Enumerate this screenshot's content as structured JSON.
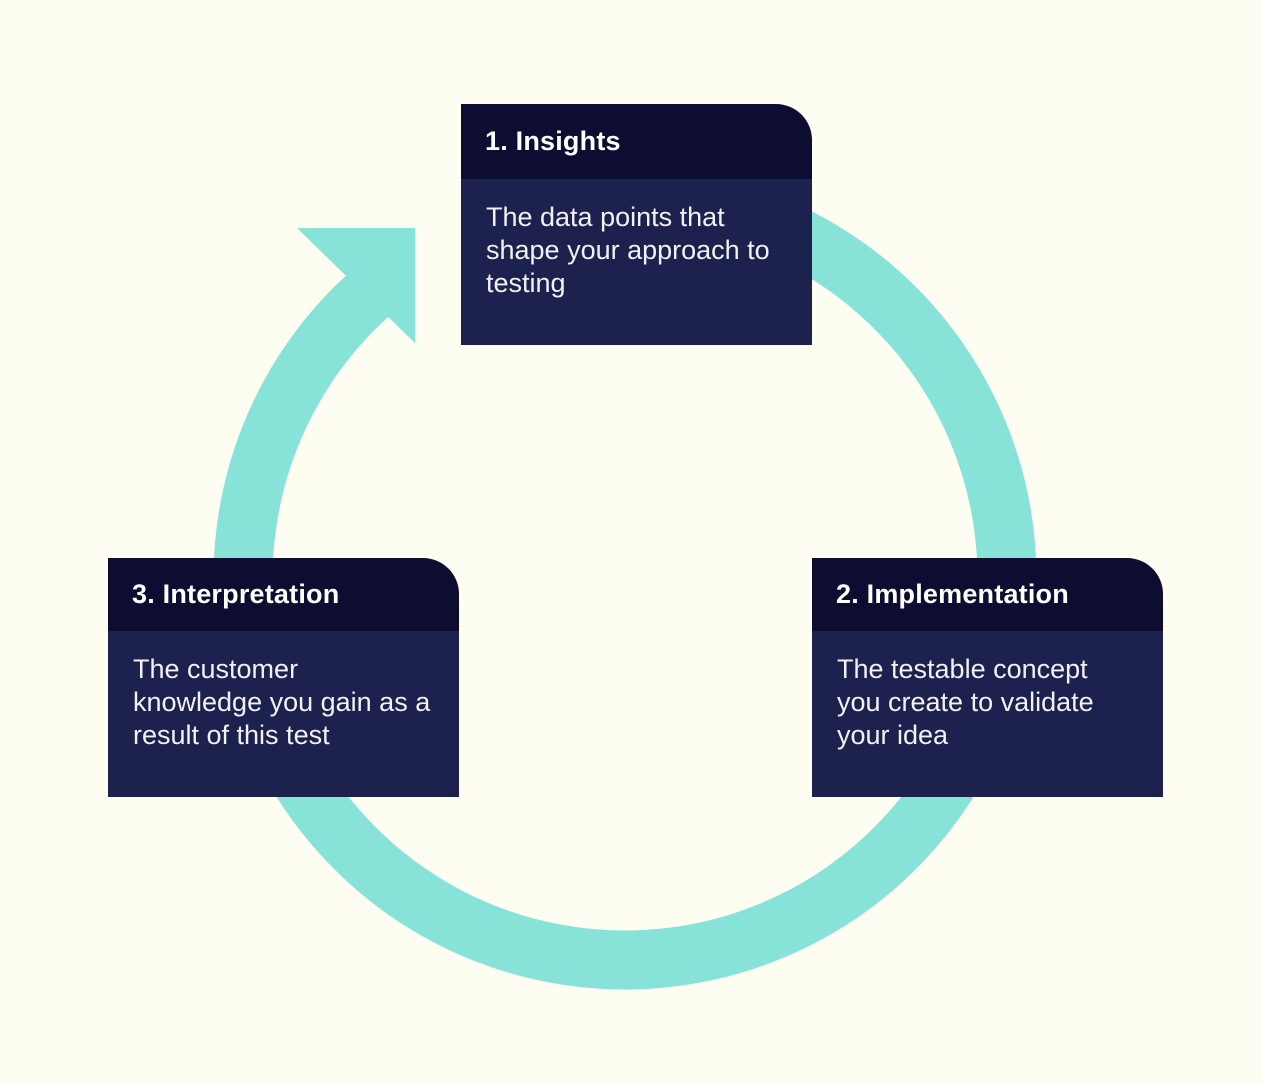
{
  "diagram": {
    "type": "cycle",
    "direction": "clockwise",
    "steps": [
      {
        "label": "1. Insights",
        "description": "The data points that\nshape your approach to\ntesting"
      },
      {
        "label": "2. Implementation",
        "description": "The testable concept\nyou create to validate\nyour idea"
      },
      {
        "label": "3. Interpretation",
        "description": "The customer\nknowledge you gain as a\nresult of this test"
      }
    ],
    "colors": {
      "background": "#FDFDF2",
      "card_header_bg": "#0D0C31",
      "card_body_bg": "#1C214E",
      "arc": "#87E2D7",
      "header_text": "#FFFFFF",
      "body_text": "#F1F1F6"
    }
  }
}
